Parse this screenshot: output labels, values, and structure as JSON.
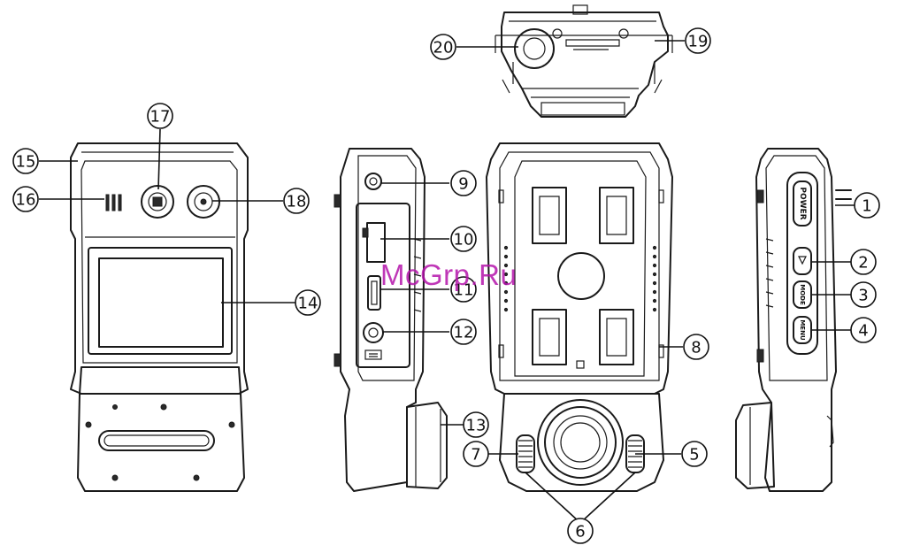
{
  "watermark": "McGrp.Ru",
  "callouts": [
    "1",
    "2",
    "3",
    "4",
    "5",
    "6",
    "7",
    "8",
    "9",
    "10",
    "11",
    "12",
    "13",
    "14",
    "15",
    "16",
    "17",
    "18",
    "19",
    "20"
  ],
  "button_labels": {
    "power": "POWER",
    "mode": "MODE",
    "menu": "MENU"
  }
}
